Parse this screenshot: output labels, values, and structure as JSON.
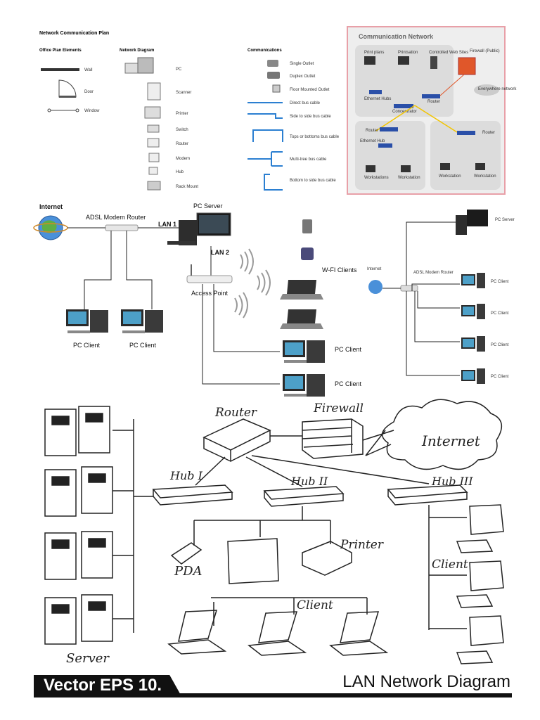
{
  "plan": {
    "title": "Network Communication Plan",
    "col_office": "Office Plan Elements",
    "col_diagram": "Network Diagram",
    "col_comm": "Communications",
    "office_items": [
      "Wall",
      "Door",
      "Window"
    ],
    "diagram_items": [
      "PC",
      "Scanner",
      "Printer",
      "Switch",
      "Router",
      "Modem",
      "Hub",
      "Rack Mount"
    ],
    "comm_items": [
      "Single Outlet",
      "Duplex Outlet",
      "Floor Mounted Outlet",
      "Direct bus cable",
      "Side to side bus cable",
      "Tops or bottoms bus cable",
      "Multi-tree bus cable",
      "Bottom to side bus cable"
    ]
  },
  "comm_network": {
    "title": "Communication Network",
    "labels": {
      "top_left": "Print plans",
      "top_mid": "Printsation",
      "top_right": "Controlled Web Sites",
      "firewall": "Firewall (Public)",
      "internet": "Everywhere network",
      "ethernet": "Ethernet Hubs",
      "router": "Router",
      "concentrator": "Concentrator",
      "left_router": "Router",
      "left_ethernet": "Ethernet Hub",
      "left_ws1": "Workstations",
      "left_ws2": "Workstation",
      "right_router": "Router",
      "right_ws1": "Workstation",
      "right_ws2": "Workstation"
    }
  },
  "lan_diagram": {
    "internet": "Internet",
    "modem_router": "ADSL Modem Router",
    "lan1": "LAN 1",
    "lan2": "LAN 2",
    "pc_server": "PC Server",
    "access_point": "Access Point",
    "wifi_clients": "W-FI Clients",
    "pc_client_1": "PC Client",
    "pc_client_2": "PC Client",
    "pc_client_3": "PC Client",
    "pc_client_4": "PC Client"
  },
  "small_diagram": {
    "internet": "Internet",
    "modem_router": "ADSL Modem Router",
    "pc_server": "PC Server",
    "clients": [
      "PC Client",
      "PC Client",
      "PC Client",
      "PC Client"
    ]
  },
  "sketch": {
    "router": "Router",
    "firewall": "Firewall",
    "internet": "Internet",
    "hub1": "Hub I",
    "hub2": "Hub II",
    "hub3": "Hub III",
    "pda": "PDA",
    "printer": "Printer",
    "client_mid": "Client",
    "client_right": "Client",
    "server": "Server"
  },
  "footer": {
    "left": "Vector EPS 10.",
    "right": "LAN Network Diagram"
  },
  "colors": {
    "cable_blue": "#2b7fd1",
    "panel_bg": "#eeeeee",
    "panel_border": "#e8a0a8",
    "switch_blue": "#2a4fa8",
    "firewall_orange": "#e0572a",
    "connector_yellow": "#f2c400"
  }
}
